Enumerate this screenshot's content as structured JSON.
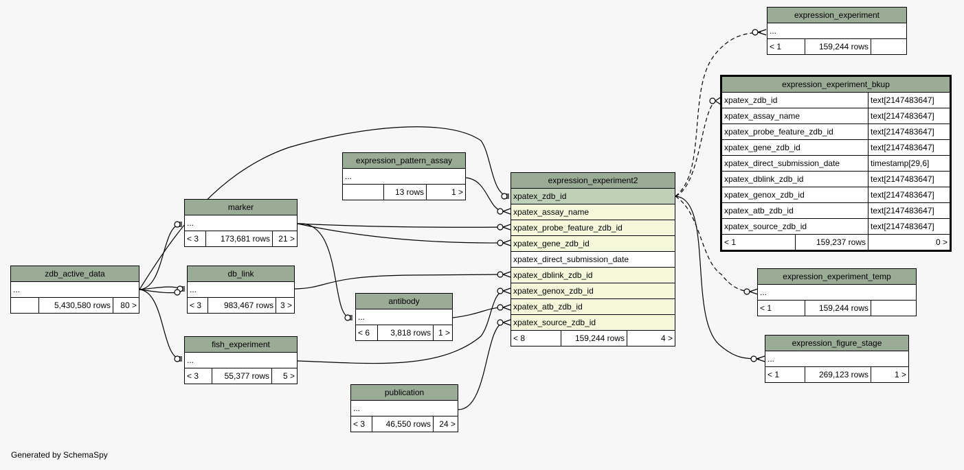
{
  "tables": {
    "zdb_active_data": {
      "name": "zdb_active_data",
      "ellipsis": "...",
      "stats": [
        "",
        "5,430,580 rows",
        "80 >"
      ]
    },
    "marker": {
      "name": "marker",
      "ellipsis": "...",
      "stats": [
        "< 3",
        "173,681 rows",
        "21 >"
      ]
    },
    "db_link": {
      "name": "db_link",
      "ellipsis": "...",
      "stats": [
        "< 3",
        "983,467 rows",
        "3 >"
      ]
    },
    "fish_experiment": {
      "name": "fish_experiment",
      "ellipsis": "...",
      "stats": [
        "< 3",
        "55,377 rows",
        "5 >"
      ]
    },
    "expression_pattern_assay": {
      "name": "expression_pattern_assay",
      "ellipsis": "...",
      "stats": [
        "",
        "13 rows",
        "1 >"
      ]
    },
    "antibody": {
      "name": "antibody",
      "ellipsis": "...",
      "stats": [
        "< 6",
        "3,818 rows",
        "1 >"
      ]
    },
    "publication": {
      "name": "publication",
      "ellipsis": "...",
      "stats": [
        "< 3",
        "46,550 rows",
        "24 >"
      ]
    },
    "expression_experiment2": {
      "name": "expression_experiment2",
      "columns": [
        "xpatex_zdb_id",
        "xpatex_assay_name",
        "xpatex_probe_feature_zdb_id",
        "xpatex_gene_zdb_id",
        "xpatex_direct_submission_date",
        "xpatex_dblink_zdb_id",
        "xpatex_genox_zdb_id",
        "xpatex_atb_zdb_id",
        "xpatex_source_zdb_id"
      ],
      "stats": [
        "< 8",
        "159,244 rows",
        "4 >"
      ]
    },
    "expression_experiment": {
      "name": "expression_experiment",
      "ellipsis": "...",
      "stats": [
        "< 1",
        "159,244 rows",
        ""
      ]
    },
    "expression_experiment_bkup": {
      "name": "expression_experiment_bkup",
      "columns": [
        {
          "name": "xpatex_zdb_id",
          "type": "text[2147483647]"
        },
        {
          "name": "xpatex_assay_name",
          "type": "text[2147483647]"
        },
        {
          "name": "xpatex_probe_feature_zdb_id",
          "type": "text[2147483647]"
        },
        {
          "name": "xpatex_gene_zdb_id",
          "type": "text[2147483647]"
        },
        {
          "name": "xpatex_direct_submission_date",
          "type": "timestamp[29,6]"
        },
        {
          "name": "xpatex_dblink_zdb_id",
          "type": "text[2147483647]"
        },
        {
          "name": "xpatex_genox_zdb_id",
          "type": "text[2147483647]"
        },
        {
          "name": "xpatex_atb_zdb_id",
          "type": "text[2147483647]"
        },
        {
          "name": "xpatex_source_zdb_id",
          "type": "text[2147483647]"
        }
      ],
      "stats": [
        "< 1",
        "159,237 rows",
        "0 >"
      ]
    },
    "expression_experiment_temp": {
      "name": "expression_experiment_temp",
      "ellipsis": "...",
      "stats": [
        "< 1",
        "159,244 rows",
        ""
      ]
    },
    "expression_figure_stage": {
      "name": "expression_figure_stage",
      "ellipsis": "...",
      "stats": [
        "< 1",
        "269,123 rows",
        "1 >"
      ]
    }
  },
  "footer": "Generated by SchemaSpy"
}
